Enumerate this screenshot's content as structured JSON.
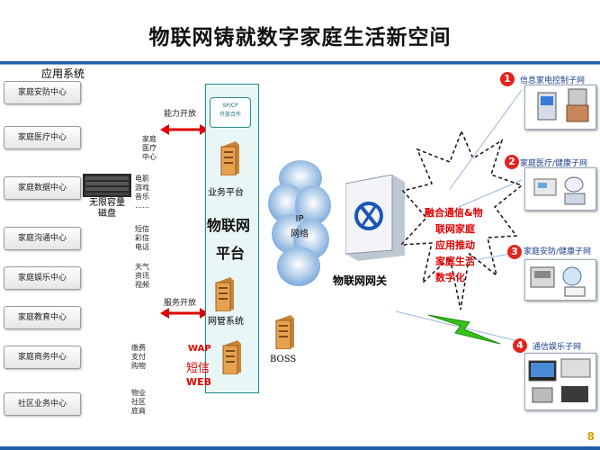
{
  "title": "物联网铸就数字家庭生活新空间",
  "left_section_label": "应用系统",
  "left_items": [
    "家庭安防中心",
    "家庭医疗中心",
    "家庭数据中心",
    "家庭沟通中心",
    "家庭娱乐中心",
    "家庭教育中心",
    "家庭商务中心",
    "社区业务中心"
  ],
  "storage_label": "无限容量磁盘",
  "capability_open": "能力开放",
  "service_open": "服务开放",
  "services": [
    "家庭\n医疗\n中心",
    "电影\n游戏\n音乐\n……",
    "短信\n彩信\n电话",
    "天气\n资讯\n视频",
    "缴费\n支付\n购物",
    "物业\n社区\n底商"
  ],
  "platform": {
    "top_label": "SP/CP\n开放合作",
    "business_platform": "业务平台",
    "title_line1": "物联网",
    "title_line2": "平台",
    "network_mgmt": "网管系统",
    "wap": "WAP",
    "sms": "短信",
    "web": "WEB"
  },
  "boss_label": "BOSS",
  "cloud": {
    "line1": "IP",
    "line2": "网络"
  },
  "gateway_label": "物联网网关",
  "starburst_lines": [
    "融合通信&物",
    "联网家庭",
    "应用推动",
    "家庭生活",
    "数字化"
  ],
  "subnets": [
    {
      "num": "1",
      "label": "信息家电控制子网"
    },
    {
      "num": "2",
      "label": "家庭医疗/健康子网"
    },
    {
      "num": "3",
      "label": "家庭安防/健康子网"
    },
    {
      "num": "4",
      "label": "通信娱乐子网"
    }
  ],
  "page_number": "8",
  "colors": {
    "accent_blue": "#1f5fa8",
    "arrow_red": "#e00000",
    "lightning_green": "#39c21a",
    "platform_teal": "#1e8d8d"
  }
}
